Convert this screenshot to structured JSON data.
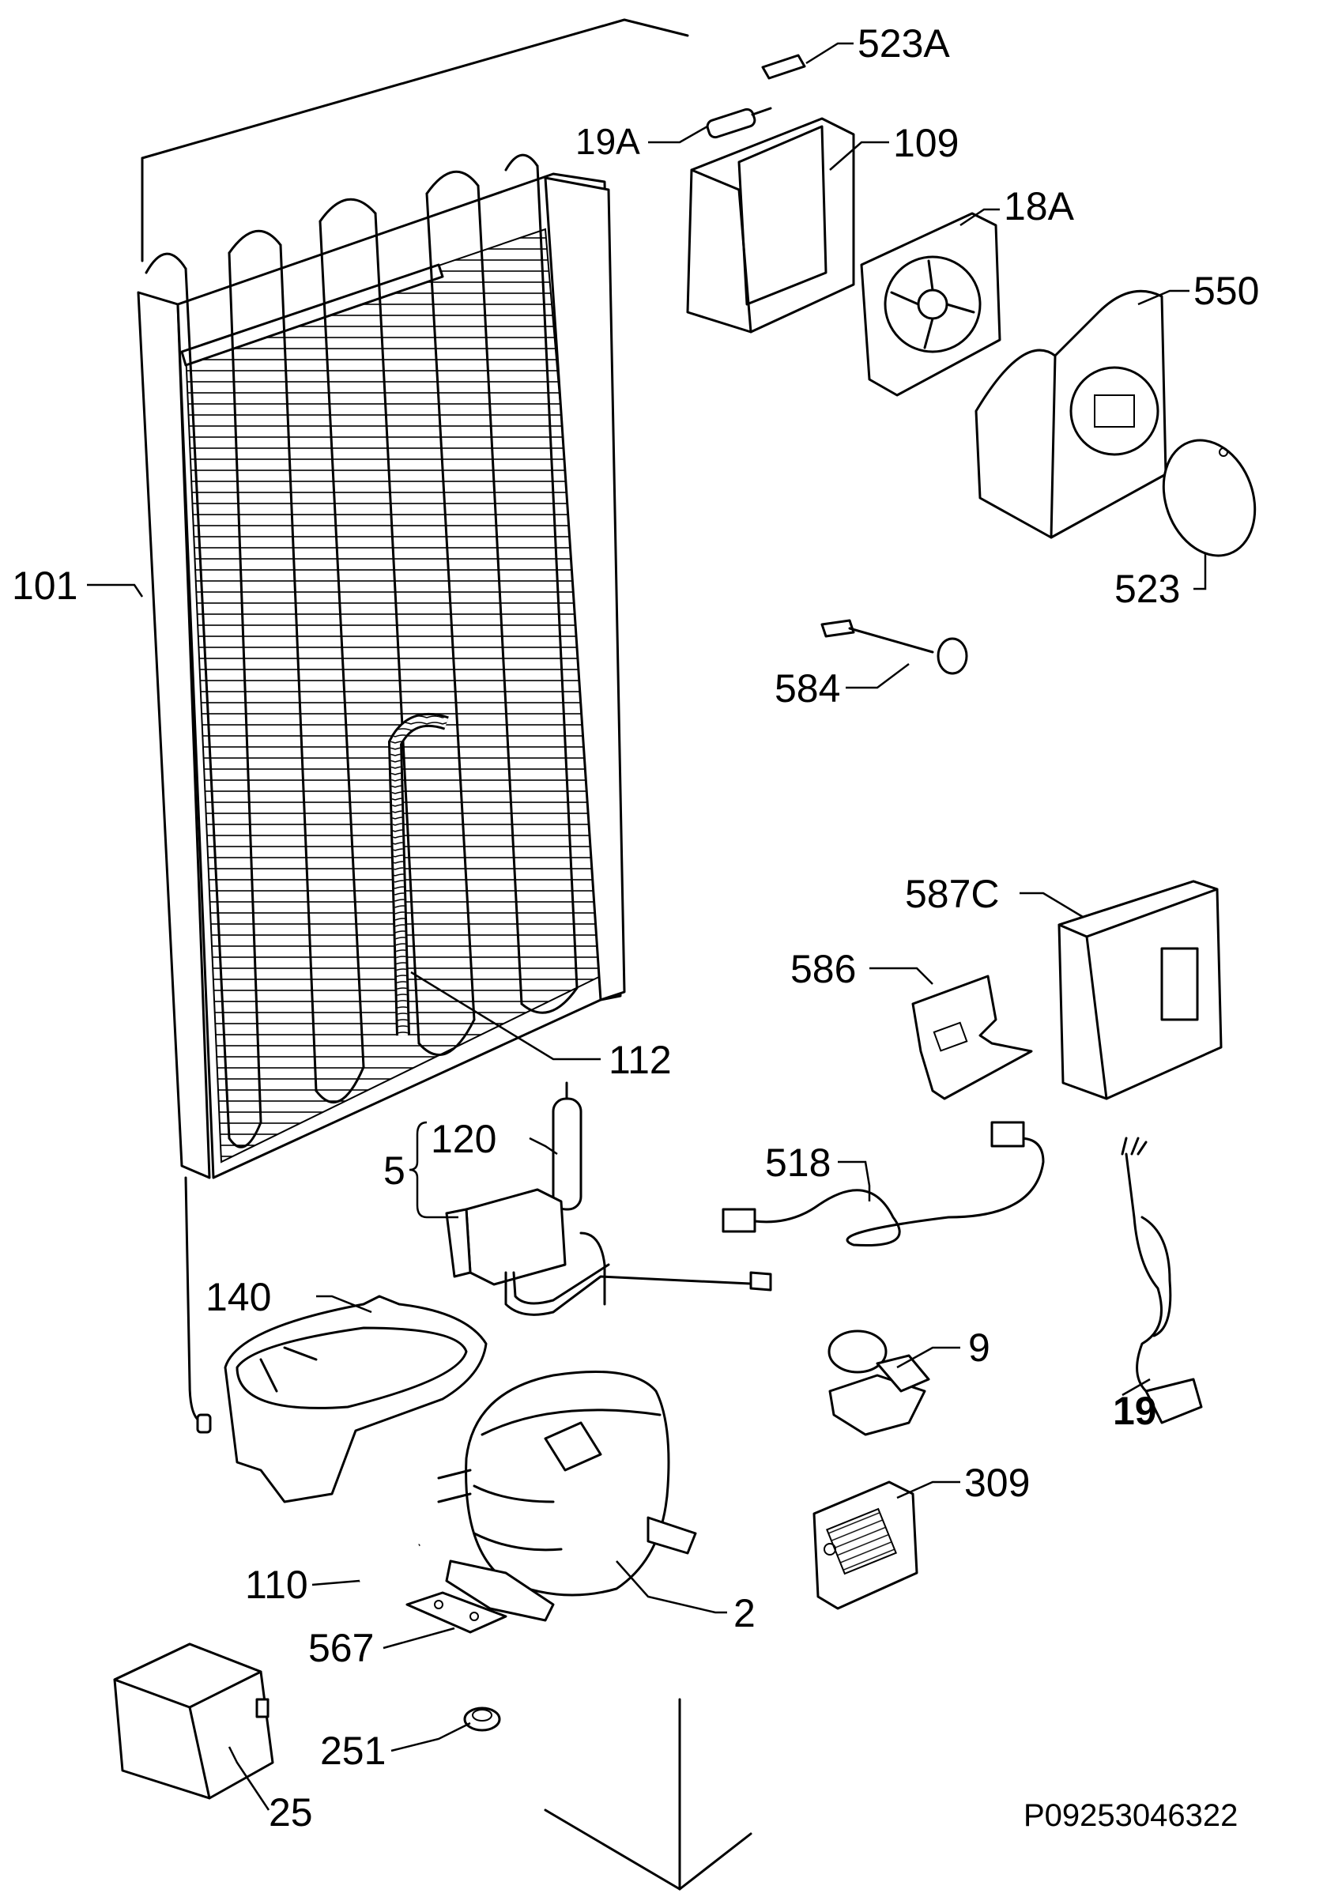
{
  "diagram": {
    "drawing_code": "P09253046322",
    "labels": {
      "523A": "523A",
      "19A": "19A",
      "109": "109",
      "18A": "18A",
      "550": "550",
      "523": "523",
      "101": "101",
      "584": "584",
      "587C": "587C",
      "586": "586",
      "112": "112",
      "5": "5",
      "120": "120",
      "518": "518",
      "140": "140",
      "9": "9",
      "19": "19",
      "309": "309",
      "110": "110",
      "2": "2",
      "567": "567",
      "251": "251",
      "25": "25"
    }
  }
}
